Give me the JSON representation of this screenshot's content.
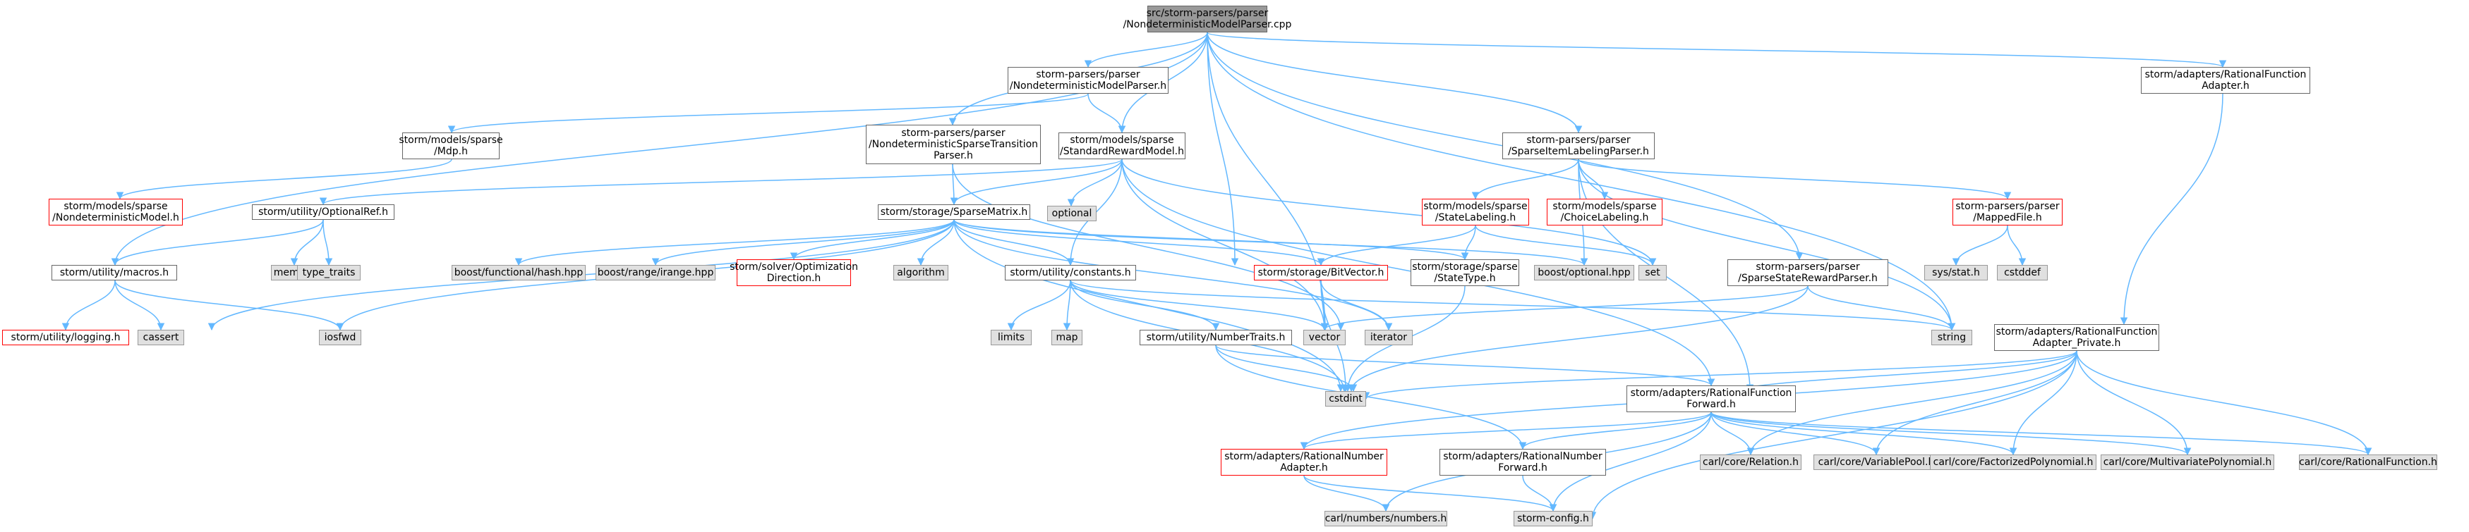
{
  "nodes": {
    "root": [
      "src/storm-parsers/parser",
      "/NondeterministicModelParser.cpp"
    ],
    "ndmp_h": [
      "storm-parsers/parser",
      "/NondeterministicModelParser.h"
    ],
    "rf_adapter": [
      "storm/adapters/RationalFunction",
      "Adapter.h"
    ],
    "mdp": [
      "storm/models/sparse",
      "/Mdp.h"
    ],
    "ndstp": [
      "storm-parsers/parser",
      "/NondeterministicSparseTransition",
      "Parser.h"
    ],
    "srm": [
      "storm/models/sparse",
      "/StandardRewardModel.h"
    ],
    "silp": [
      "storm-parsers/parser",
      "/SparseItemLabelingParser.h"
    ],
    "ndmodel": [
      "storm/models/sparse",
      "/NondeterministicModel.h"
    ],
    "optref": [
      "storm/utility/OptionalRef.h"
    ],
    "optional": [
      "optional"
    ],
    "sparsematrix": [
      "storm/storage/SparseMatrix.h"
    ],
    "statelabeling": [
      "storm/models/sparse",
      "/StateLabeling.h"
    ],
    "choicelabeling": [
      "storm/models/sparse",
      "/ChoiceLabeling.h"
    ],
    "mappedfile": [
      "storm-parsers/parser",
      "/MappedFile.h"
    ],
    "memory": [
      "memory"
    ],
    "type_traits": [
      "type_traits"
    ],
    "macros": [
      "storm/utility/macros.h"
    ],
    "hash": [
      "boost/functional/hash.hpp"
    ],
    "irange": [
      "boost/range/irange.hpp"
    ],
    "optdir": [
      "storm/solver/Optimization",
      "Direction.h"
    ],
    "algorithm": [
      "algorithm"
    ],
    "constants": [
      "storm/utility/constants.h"
    ],
    "bitvector": [
      "storm/storage/BitVector.h"
    ],
    "statetype": [
      "storm/storage/sparse",
      "/StateType.h"
    ],
    "boostopt": [
      "boost/optional.hpp"
    ],
    "set": [
      "set"
    ],
    "ssrp": [
      "storm-parsers/parser",
      "/SparseStateRewardParser.h"
    ],
    "sysstat": [
      "sys/stat.h"
    ],
    "cstddef": [
      "cstddef"
    ],
    "logging": [
      "storm/utility/logging.h"
    ],
    "cassert": [
      "cassert"
    ],
    "iosfwd": [
      "iosfwd"
    ],
    "limits": [
      "limits"
    ],
    "map": [
      "map"
    ],
    "numbertraits": [
      "storm/utility/NumberTraits.h"
    ],
    "vector": [
      "vector"
    ],
    "iterator": [
      "iterator"
    ],
    "string": [
      "string"
    ],
    "rfap": [
      "storm/adapters/RationalFunction",
      "Adapter_Private.h"
    ],
    "cstdint": [
      "cstdint"
    ],
    "rff": [
      "storm/adapters/RationalFunction",
      "Forward.h"
    ],
    "rnadapter": [
      "storm/adapters/RationalNumber",
      "Adapter.h"
    ],
    "rnforward": [
      "storm/adapters/RationalNumber",
      "Forward.h"
    ],
    "relation": [
      "carl/core/Relation.h"
    ],
    "varpool": [
      "carl/core/VariablePool.h"
    ],
    "factpoly": [
      "carl/core/FactorizedPolynomial.h"
    ],
    "multipoly": [
      "carl/core/MultivariatePolynomial.h"
    ],
    "ratfunc": [
      "carl/core/RationalFunction.h"
    ],
    "numbers": [
      "carl/numbers/numbers.h"
    ],
    "config": [
      "storm-config.h"
    ]
  },
  "edge_color": "#63b8ff",
  "root_fill": "#999999",
  "system_fill": "#e0e0e0",
  "truncated_border": "#ff0000"
}
